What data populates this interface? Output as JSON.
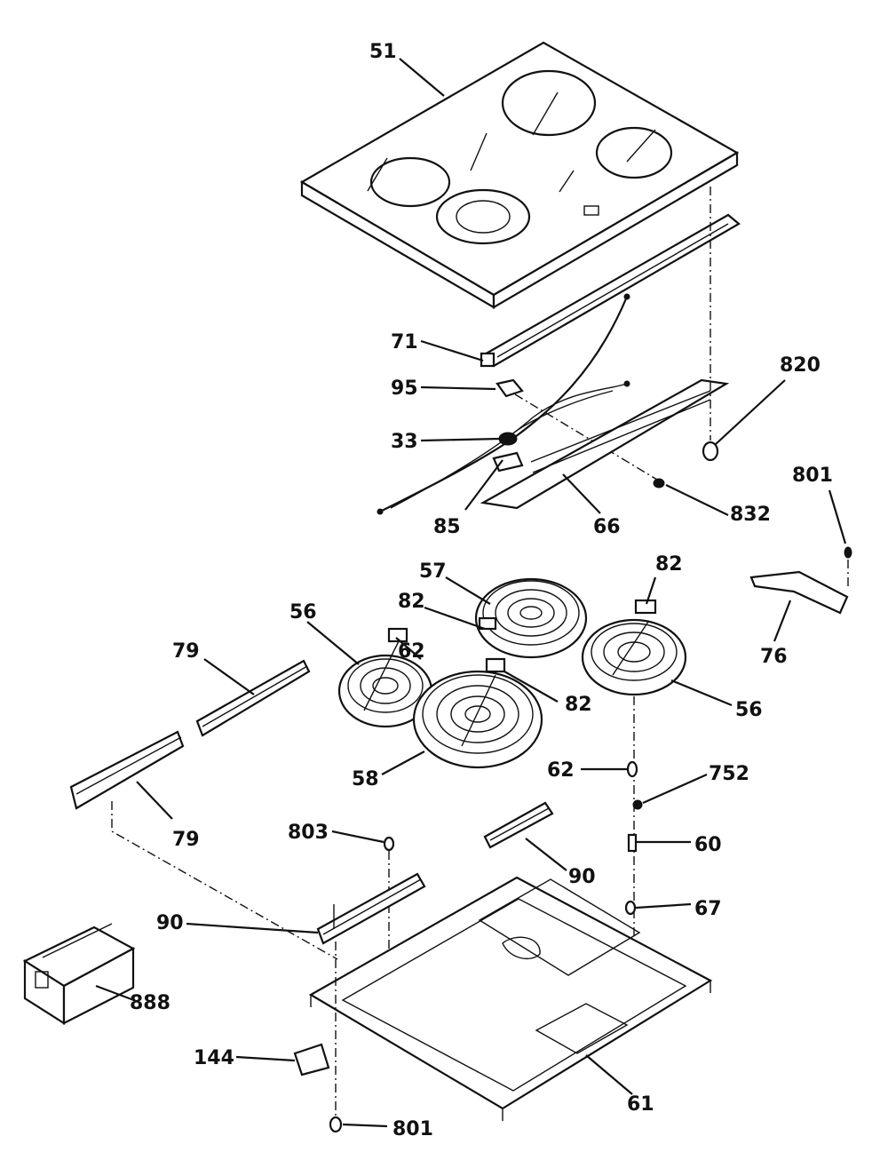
{
  "callouts": [
    {
      "id": "c51",
      "label": "51"
    },
    {
      "id": "c71",
      "label": "71"
    },
    {
      "id": "c95",
      "label": "95"
    },
    {
      "id": "c33",
      "label": "33"
    },
    {
      "id": "c85",
      "label": "85"
    },
    {
      "id": "c66",
      "label": "66"
    },
    {
      "id": "c832",
      "label": "832"
    },
    {
      "id": "c820",
      "label": "820"
    },
    {
      "id": "c801a",
      "label": "801"
    },
    {
      "id": "c76",
      "label": "76"
    },
    {
      "id": "c57",
      "label": "57"
    },
    {
      "id": "c82a",
      "label": "82"
    },
    {
      "id": "c82b",
      "label": "82"
    },
    {
      "id": "c56a",
      "label": "56"
    },
    {
      "id": "c62a",
      "label": "62"
    },
    {
      "id": "c82c",
      "label": "82"
    },
    {
      "id": "c56b",
      "label": "56"
    },
    {
      "id": "c79a",
      "label": "79"
    },
    {
      "id": "c58",
      "label": "58"
    },
    {
      "id": "c62b",
      "label": "62"
    },
    {
      "id": "c752",
      "label": "752"
    },
    {
      "id": "c79b",
      "label": "79"
    },
    {
      "id": "c803",
      "label": "803"
    },
    {
      "id": "c60",
      "label": "60"
    },
    {
      "id": "c90a",
      "label": "90"
    },
    {
      "id": "c90b",
      "label": "90"
    },
    {
      "id": "c67",
      "label": "67"
    },
    {
      "id": "c888",
      "label": "888"
    },
    {
      "id": "c144",
      "label": "144"
    },
    {
      "id": "c61",
      "label": "61"
    },
    {
      "id": "c801b",
      "label": "801"
    }
  ]
}
